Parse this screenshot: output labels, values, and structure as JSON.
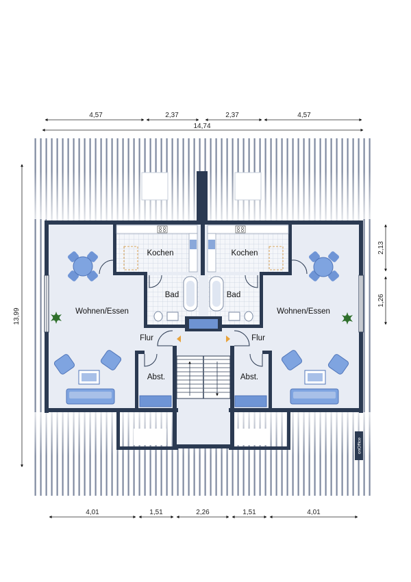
{
  "dimensions": {
    "top_segments": [
      "4,57",
      "2,37",
      "2,37",
      "4,57"
    ],
    "top_total": "14,74",
    "left_total": "13,99",
    "right_upper": "2,13",
    "right_lower": "1,26",
    "bottom_segments": [
      "4,01",
      "1,51",
      "2,26",
      "1,51",
      "4,01"
    ]
  },
  "rooms": {
    "wohnen_left": "Wohnen/Essen",
    "wohnen_right": "Wohnen/Essen",
    "kochen_left": "Kochen",
    "kochen_right": "Kochen",
    "bad_left": "Bad",
    "bad_right": "Bad",
    "flur_left": "Flur",
    "flur_right": "Flur",
    "abst_left": "Abst.",
    "abst_right": "Abst."
  },
  "logo_text": "onOffice",
  "colors": {
    "wall": "#2b3a52",
    "floor": "#e8ecf4",
    "furniture": "#7b9fd8",
    "furniture_dark": "#4f74b8",
    "roof_line": "#8893a8"
  }
}
